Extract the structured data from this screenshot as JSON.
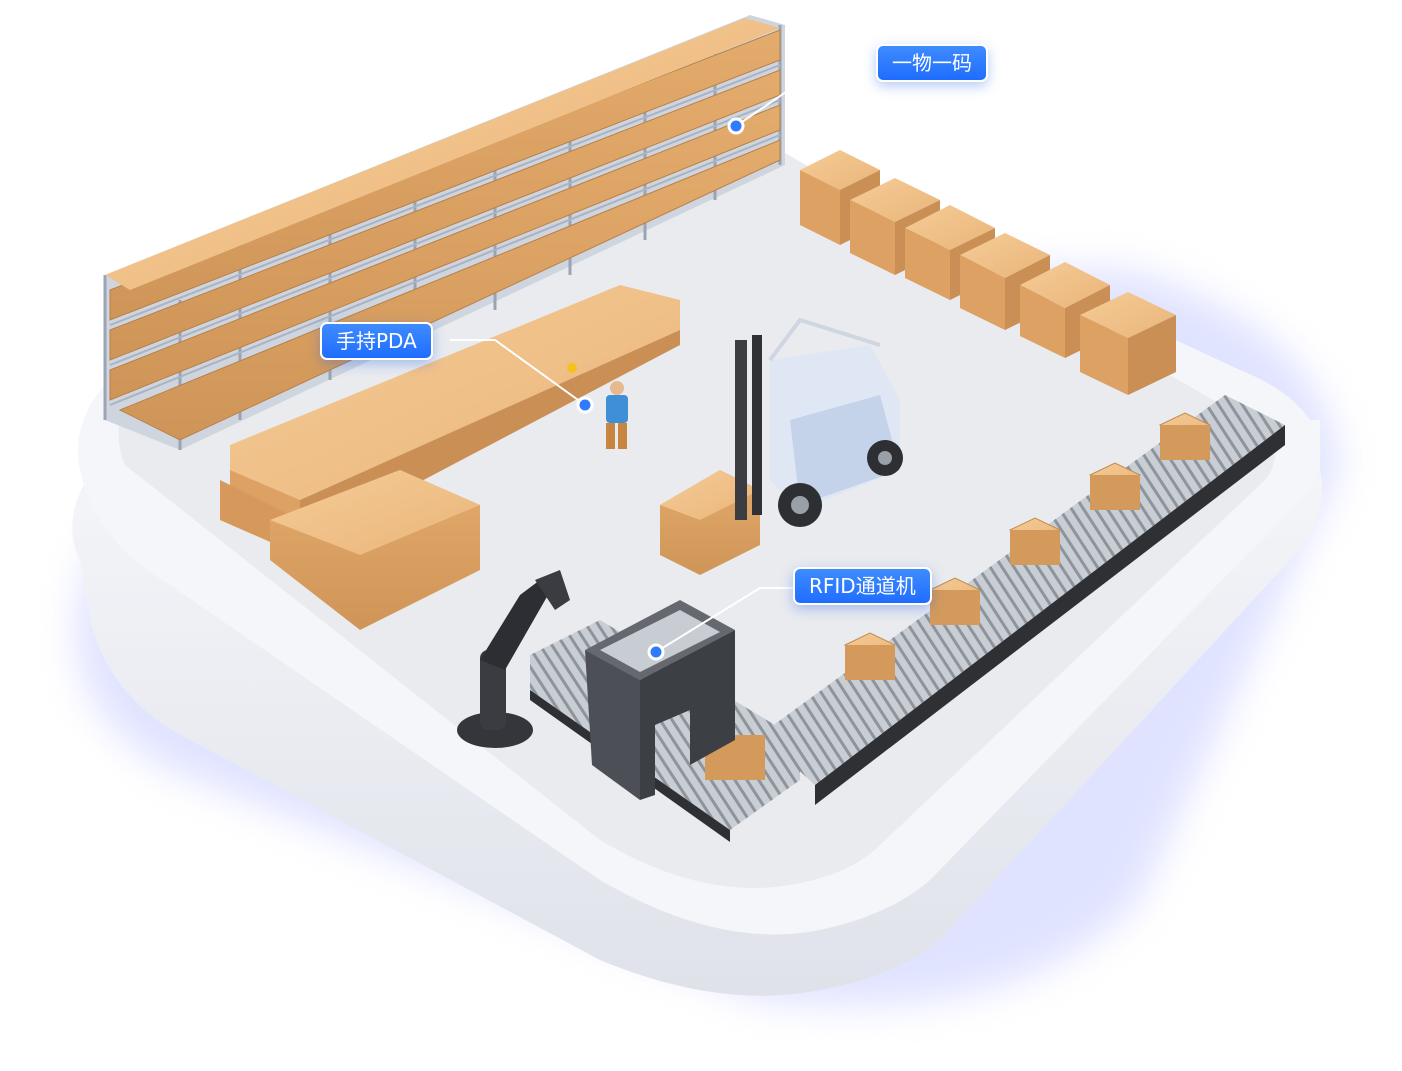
{
  "callouts": {
    "one_item_one_code": "一物一码",
    "handheld_pda": "手持PDA",
    "rfid_channel": "RFID通道机"
  },
  "colors": {
    "accent": "#2f7bff",
    "box": "#e8b77f",
    "box_dark": "#c98f55",
    "floor": "#eceef1",
    "platform": "#f4f5f8",
    "platform_glow": "#cdd3ff",
    "metal": "#b9c2d0",
    "dark_machine": "#4a4c52"
  }
}
